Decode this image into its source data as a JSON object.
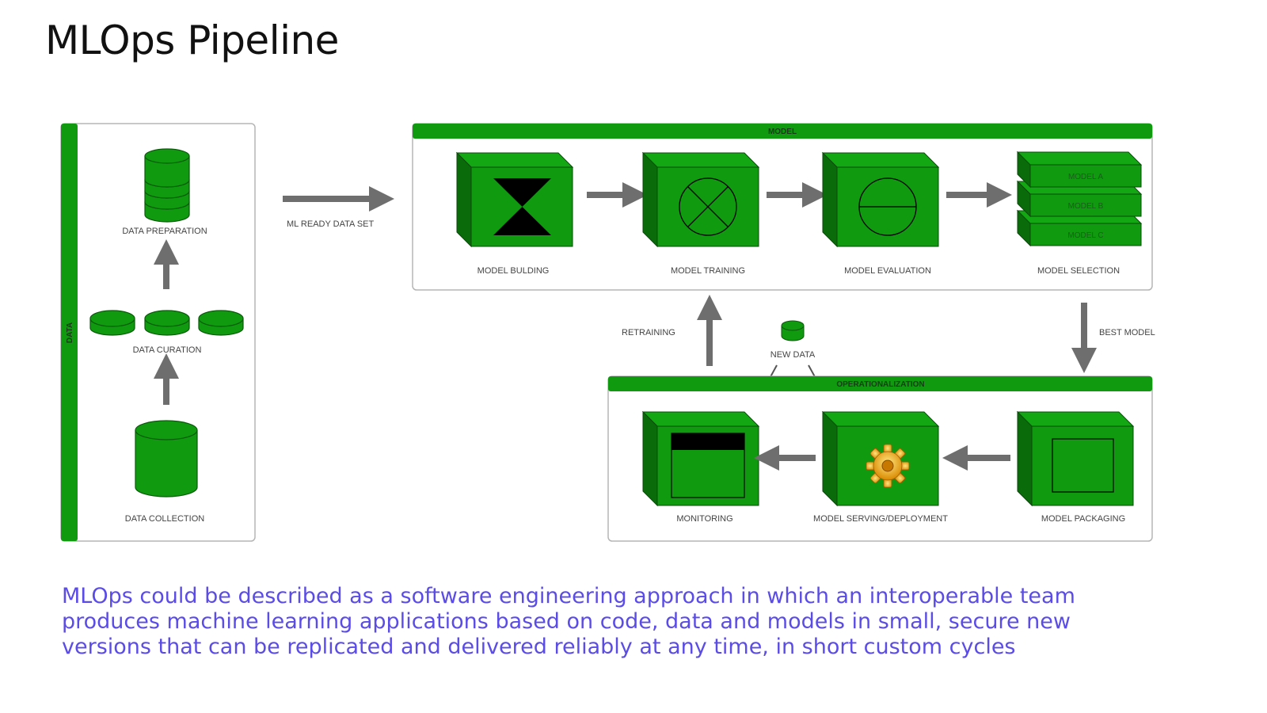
{
  "title": "MLOps Pipeline",
  "colors": {
    "box_green": "#0f9a0f",
    "box_dark": "#0a6b0a",
    "arrow_gray": "#6e6e6e",
    "description_text": "#5b4ce8"
  },
  "data_panel": {
    "header": "DATA",
    "steps": {
      "preparation": "DATA PREPARATION",
      "curation": "DATA CURATION",
      "collection": "DATA COLLECTION"
    }
  },
  "ml_ready_label": "ML READY DATA SET",
  "model_panel": {
    "header": "MODEL",
    "steps": {
      "building": "MODEL BULDING",
      "training": "MODEL TRAINING",
      "evaluation": "MODEL EVALUATION",
      "selection": "MODEL SELECTION"
    },
    "candidates": [
      "MODEL A",
      "MODEL B",
      "MODEL C"
    ]
  },
  "flow_labels": {
    "retraining": "RETRAINING",
    "new_data": "NEW DATA",
    "best_model": "BEST MODEL"
  },
  "ops_panel": {
    "header": "OPERATIONALIZATION",
    "steps": {
      "monitoring": "MONITORING",
      "serving": "MODEL SERVING/DEPLOYMENT",
      "packaging": "MODEL PACKAGING"
    }
  },
  "description": "MLOps could be described as a software engineering approach in which an interoperable team produces machine learning applications based on code, data and models in small, secure new versions that can be replicated and delivered reliably at any time, in short custom cycles"
}
